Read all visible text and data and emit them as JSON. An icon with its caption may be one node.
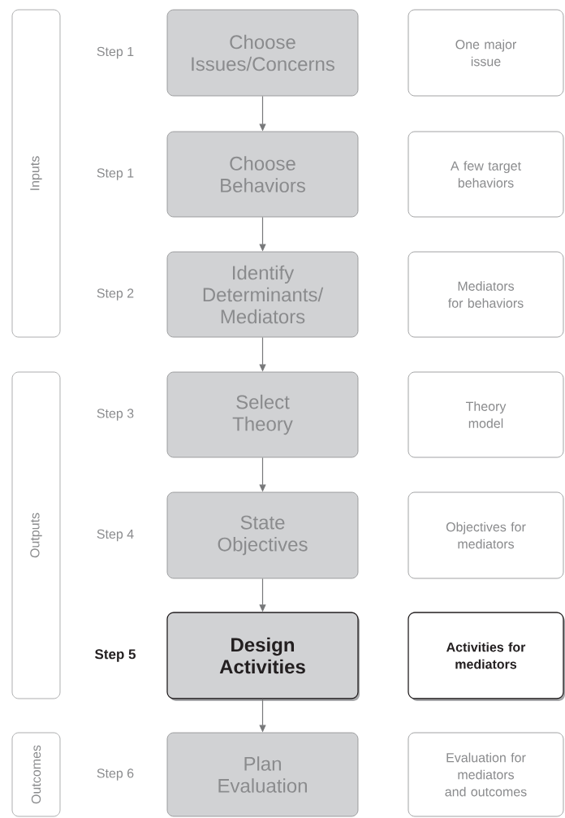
{
  "diagram": {
    "nodes": [
      {
        "text": [
          "Inputs"
        ]
      },
      {
        "text": [
          "Outputs"
        ]
      },
      {
        "text": [
          "Outcomes"
        ]
      },
      {
        "text": [
          "Choose Issues/Concerns"
        ],
        "beside": [
          "Step 1"
        ]
      },
      {
        "text": [
          "Choose Behaviors"
        ],
        "beside": [
          "Step 1"
        ]
      },
      {
        "text": [
          "Identify Determinants/ Mediators"
        ],
        "beside": [
          "Step 2"
        ]
      },
      {
        "text": [
          "Select Theory"
        ],
        "beside": [
          "Step 3"
        ]
      },
      {
        "text": [
          "State Objectives"
        ],
        "beside": [
          "Step 4"
        ]
      },
      {
        "text": [
          "Design Activities"
        ],
        "beside": [
          "Step 5"
        ]
      },
      {
        "text": [
          "Plan Evaluation"
        ],
        "beside": [
          "Step 6"
        ]
      },
      {
        "text": [
          "One major issue"
        ]
      },
      {
        "text": [
          "A few target behaviors"
        ]
      },
      {
        "text": [
          "Mediators for behaviors"
        ]
      },
      {
        "text": [
          "Theory model"
        ]
      },
      {
        "text": [
          "Objectives for mediators"
        ]
      },
      {
        "text": [
          "Activities for mediators"
        ]
      },
      {
        "text": [
          "Evaluation for mediators and outcomes"
        ]
      }
    ],
    "edges": [
      {
        "from": 3,
        "to": 4,
        "arrow": "to"
      },
      {
        "from": 4,
        "to": 5,
        "arrow": "to"
      },
      {
        "from": 5,
        "to": 6,
        "arrow": "to"
      },
      {
        "from": 6,
        "to": 7,
        "arrow": "to"
      },
      {
        "from": 7,
        "to": 8,
        "arrow": "to"
      },
      {
        "from": 8,
        "to": 9,
        "arrow": "to"
      }
    ]
  }
}
